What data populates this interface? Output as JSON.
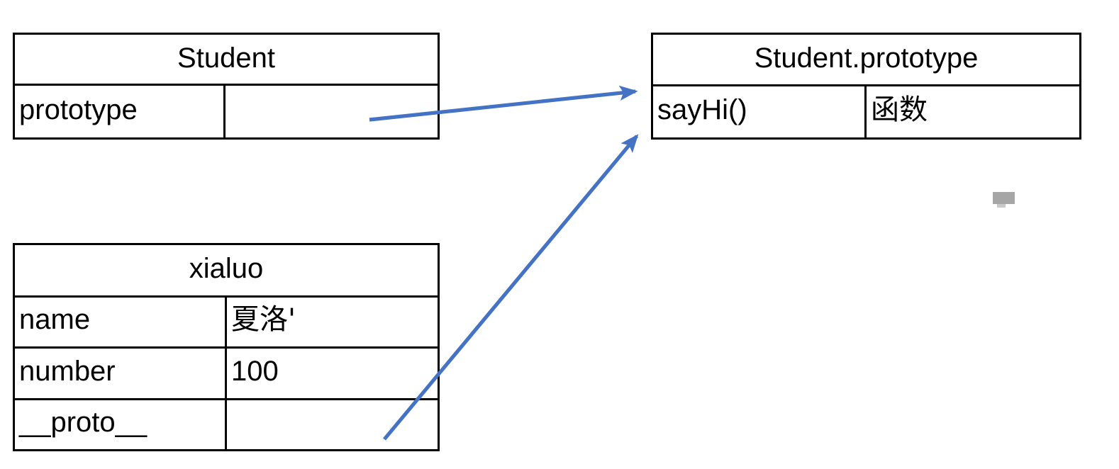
{
  "diagram": {
    "title": "JavaScript prototype chain diagram",
    "background_color": "#ffffff",
    "border_color": "#000000",
    "arrow_color": "#4472C4"
  },
  "tables": {
    "student": {
      "title": "Student",
      "rows": [
        {
          "key": "prototype",
          "value": ""
        }
      ]
    },
    "student_prototype": {
      "title": "Student.prototype",
      "rows": [
        {
          "key": "sayHi()",
          "value": "函数"
        }
      ]
    },
    "xialuo": {
      "title": "xialuo",
      "rows": [
        {
          "key": "name",
          "value": "夏洛'"
        },
        {
          "key": "number",
          "value": "100"
        },
        {
          "key": "__proto__",
          "value": ""
        }
      ]
    }
  },
  "arrows": [
    {
      "name": "student-prototype-to-student-prototype-object",
      "from": "Student.prototype cell",
      "to": "Student.prototype table",
      "color": "#4472C4"
    },
    {
      "name": "xialuo-proto-to-student-prototype-object",
      "from": "xialuo.__proto__ cell",
      "to": "Student.prototype table",
      "color": "#4472C4"
    }
  ]
}
